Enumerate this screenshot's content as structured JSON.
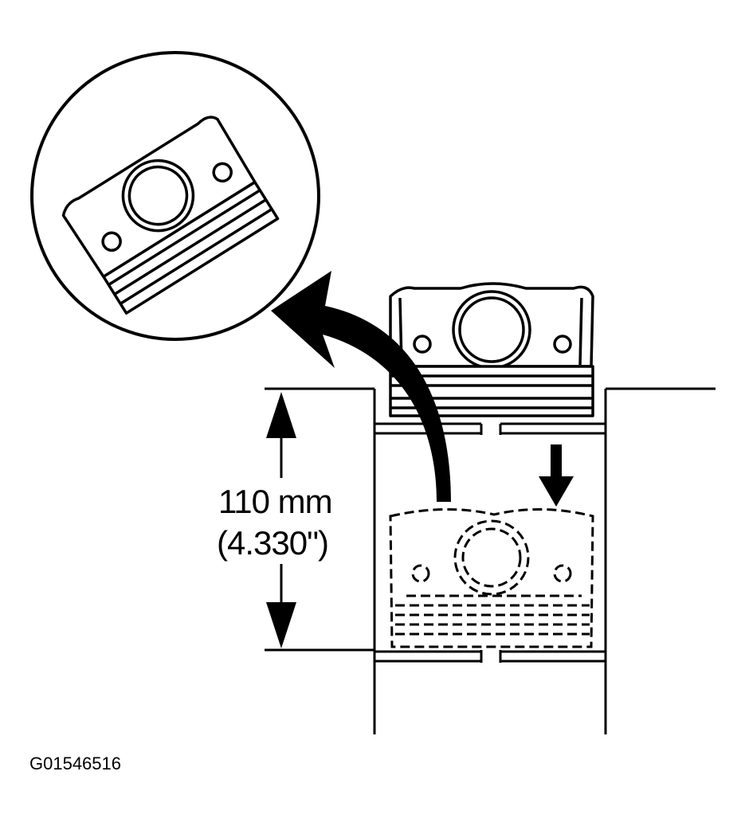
{
  "figure": {
    "id": "G01546516"
  },
  "dimension": {
    "metric": "110 mm",
    "imperial": "(4.330\")"
  }
}
